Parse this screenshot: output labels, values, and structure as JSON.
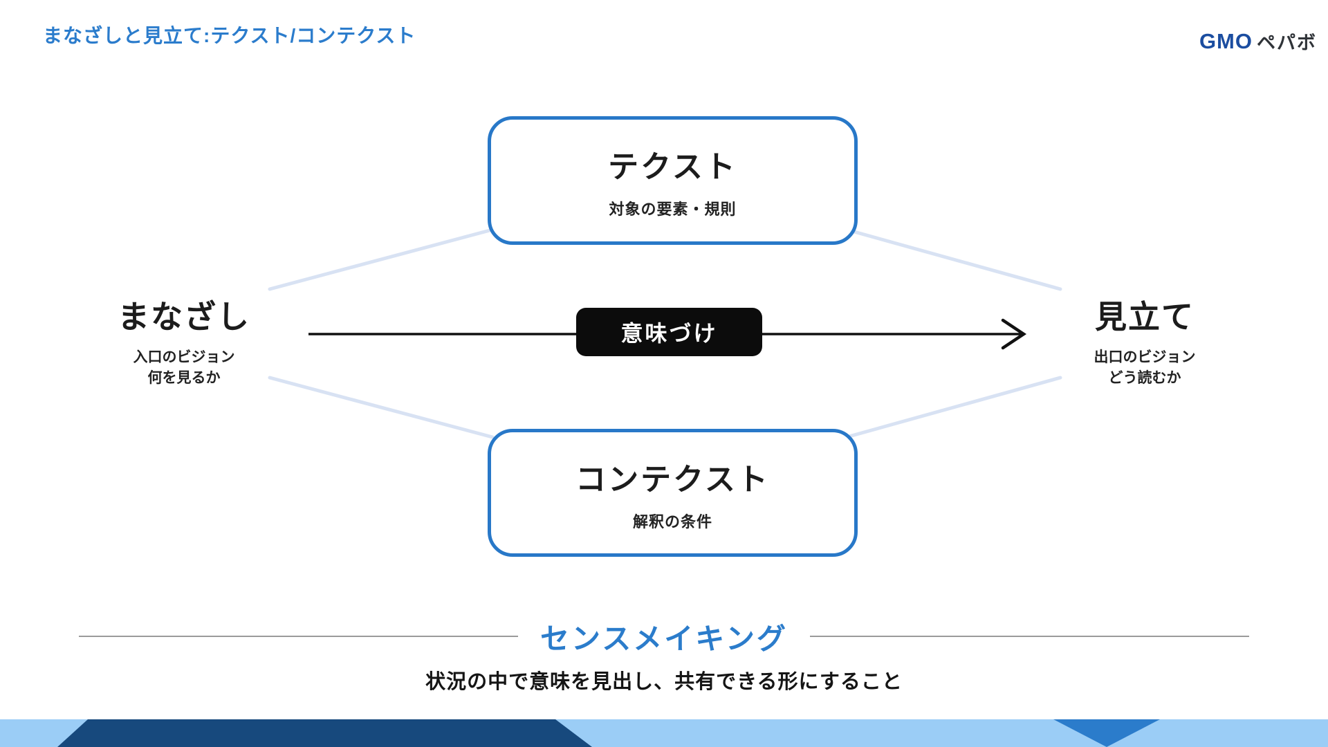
{
  "header": {
    "title": "まなざしと見立て:テクスト/コンテクスト",
    "logo_gmo": "GMO",
    "logo_pepabo": "ペパボ"
  },
  "diagram": {
    "text_node": {
      "title": "テクスト",
      "subtitle": "対象の要素・規則"
    },
    "context_node": {
      "title": "コンテクスト",
      "subtitle": "解釈の条件"
    },
    "gaze_node": {
      "title": "まなざし",
      "line1": "入口のビジョン",
      "line2": "何を見るか"
    },
    "reading_node": {
      "title": "見立て",
      "line1": "出口のビジョン",
      "line2": "どう読むか"
    },
    "meaning_node": {
      "title": "意味づけ"
    }
  },
  "sensemaking": {
    "heading": "センスメイキング",
    "caption": "状況の中で意味を見出し、共有できる形にすること"
  },
  "colors": {
    "accent_blue": "#2b7ccb",
    "node_border_blue": "#2878c8",
    "connector_light_blue": "#d8e2f3",
    "arrow_black": "#111111",
    "rule_gray": "#9a9a9a",
    "footer_navy": "#17497d",
    "footer_light_blue": "#9bcdf6",
    "footer_mid_blue": "#2b7ccb",
    "logo_blue": "#1b4da0",
    "logo_dark": "#2f3338"
  }
}
